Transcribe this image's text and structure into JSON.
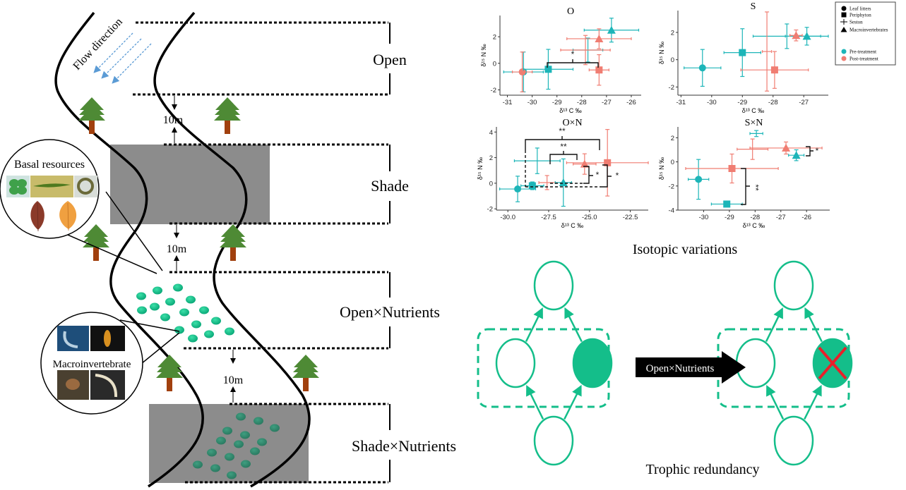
{
  "colors": {
    "pre": "#1DB5B8",
    "post": "#F07D72",
    "network": "#14BE8A",
    "shade": "#8C8C8C",
    "tree_green": "#4E8A35",
    "tree_trunk": "#A1400E",
    "flow_arrow": "#5B9BD5",
    "cross": "#E8202A"
  },
  "experiment": {
    "flow_label": "Flow direction",
    "distance_label": "10m",
    "reaches": [
      {
        "label": "Open"
      },
      {
        "label": "Shade"
      },
      {
        "label": "Open×Nutrients"
      },
      {
        "label": "Shade×Nutrients"
      }
    ],
    "basal_callout_title": "Basal resources",
    "macro_callout_title": "Macroinvertebrate"
  },
  "section_titles": {
    "isotopic": "Isotopic variations",
    "trophic": "Trophic redundancy"
  },
  "legend": {
    "shapes": [
      {
        "shape": "circle",
        "label": "Leaf litters"
      },
      {
        "shape": "square",
        "label": "Periphyton"
      },
      {
        "shape": "cross",
        "label": "Seston"
      },
      {
        "shape": "triangle",
        "label": "Macroinvertebrates"
      }
    ],
    "treatments": [
      {
        "key": "pre",
        "label": "Pre-treatment"
      },
      {
        "key": "post",
        "label": "Post-treatment"
      }
    ]
  },
  "network": {
    "arrow_label": "Open×Nutrients",
    "left_state": "intact",
    "right_state": "lost"
  },
  "chart_data": [
    {
      "type": "scatter",
      "title": "O",
      "xlabel": "δ¹³ C ‰",
      "ylabel": "δ¹⁵ N ‰",
      "xlim": [
        -31.3,
        -25.6
      ],
      "ylim": [
        -2.4,
        3.6
      ],
      "xticks": [
        -31,
        -30,
        -29,
        -28,
        -27,
        -26
      ],
      "yticks": [
        -2,
        0,
        2
      ],
      "points": [
        {
          "group": "Leaf litters",
          "treatment": "pre",
          "x": -30.35,
          "y": -0.65,
          "xerr": 0.8,
          "yerr": 1.5
        },
        {
          "group": "Leaf litters",
          "treatment": "post",
          "x": -30.4,
          "y": -0.65,
          "xerr": 0.4,
          "yerr": 1.5
        },
        {
          "group": "Periphyton",
          "treatment": "pre",
          "x": -29.35,
          "y": -0.45,
          "xerr": 1.0,
          "yerr": 1.5
        },
        {
          "group": "Periphyton",
          "treatment": "post",
          "x": -27.3,
          "y": -0.5,
          "xerr": 0.4,
          "yerr": 1.15
        },
        {
          "group": "Seston",
          "treatment": "pre",
          "x": -27.75,
          "y": 1.0,
          "xerr": 0.6,
          "yerr": 0.9
        },
        {
          "group": "Seston",
          "treatment": "post",
          "x": -27.85,
          "y": 1.0,
          "xerr": 1.0,
          "yerr": 1.1
        },
        {
          "group": "Macroinvertebrates",
          "treatment": "pre",
          "x": -26.8,
          "y": 2.5,
          "xerr": 1.1,
          "yerr": 0.9
        },
        {
          "group": "Macroinvertebrates",
          "treatment": "post",
          "x": -27.3,
          "y": 1.85,
          "xerr": 1.3,
          "yerr": 0.75
        }
      ],
      "annotations": [
        {
          "label": "*",
          "from": "Periphyton pre",
          "to": "Periphyton post"
        }
      ]
    },
    {
      "type": "scatter",
      "title": "S",
      "xlabel": "δ¹³ C ‰",
      "ylabel": "δ¹⁵ N ‰",
      "xlim": [
        -31.1,
        -26.2
      ],
      "ylim": [
        -2.6,
        3.6
      ],
      "xticks": [
        -31,
        -30,
        -29,
        -28,
        -27
      ],
      "yticks": [
        -2,
        0,
        2
      ],
      "points": [
        {
          "group": "Leaf litters",
          "treatment": "pre",
          "x": -30.3,
          "y": -0.6,
          "xerr": 0.6,
          "yerr": 1.35
        },
        {
          "group": "Periphyton",
          "treatment": "pre",
          "x": -29.0,
          "y": 0.52,
          "xerr": 0.6,
          "yerr": 1.75
        },
        {
          "group": "Periphyton",
          "treatment": "post",
          "x": -27.95,
          "y": -0.75,
          "xerr": 1.1,
          "yerr": 1.35
        },
        {
          "group": "Seston",
          "treatment": "pre",
          "x": -27.55,
          "y": 1.72,
          "xerr": 1.1,
          "yerr": 0.9
        },
        {
          "group": "Seston",
          "treatment": "post",
          "x": -28.2,
          "y": 0.6,
          "xerr": 0.15,
          "yerr": 2.9
        },
        {
          "group": "Macroinvertebrates",
          "treatment": "pre",
          "x": -26.9,
          "y": 1.72,
          "xerr": 0.7,
          "yerr": 0.65
        },
        {
          "group": "Macroinvertebrates",
          "treatment": "post",
          "x": -27.25,
          "y": 1.78,
          "xerr": 0.2,
          "yerr": 0.4
        }
      ],
      "annotations": []
    },
    {
      "type": "scatter",
      "title": "O×N",
      "xlabel": "δ¹³ C ‰",
      "ylabel": "δ¹⁵ N ‰",
      "xlim": [
        -30.7,
        -21.4
      ],
      "ylim": [
        -2.1,
        4.4
      ],
      "xticks": [
        -30.0,
        -27.5,
        -25.0,
        -22.5
      ],
      "tick_labels_x": [
        "-30.0",
        "-27.5",
        "-25.0",
        "-22.5"
      ],
      "yticks": [
        -2,
        0,
        2,
        4
      ],
      "points": [
        {
          "group": "Leaf litters",
          "treatment": "pre",
          "x": -29.4,
          "y": -0.45,
          "xerr": 1.1,
          "yerr": 1.0
        },
        {
          "group": "Periphyton",
          "treatment": "pre",
          "x": -28.5,
          "y": -0.2,
          "xerr": 0.7,
          "yerr": 0.3
        },
        {
          "group": "Periphyton",
          "treatment": "post",
          "x": -23.9,
          "y": 1.6,
          "xerr": 2.5,
          "yerr": 2.6
        },
        {
          "group": "Seston",
          "treatment": "pre",
          "x": -28.2,
          "y": 1.75,
          "xerr": 1.4,
          "yerr": 1.0
        },
        {
          "group": "Seston",
          "treatment": "post",
          "x": -27.6,
          "y": 0.05,
          "xerr": 0.5,
          "yerr": 0.55
        },
        {
          "group": "Macroinvertebrates",
          "treatment": "pre",
          "x": -26.6,
          "y": 0.05,
          "xerr": 0.5,
          "yerr": 1.85
        },
        {
          "group": "Macroinvertebrates",
          "treatment": "post",
          "x": -25.3,
          "y": 1.5,
          "xerr": 0.7,
          "yerr": 0.8
        }
      ],
      "annotations": [
        {
          "label": "**",
          "from": "Periphyton pre",
          "to": "Periphyton post"
        },
        {
          "label": "**",
          "from": "Macroinvertebrates pre",
          "to": "Macroinvertebrates post"
        },
        {
          "label": "*",
          "from": "Macroinvertebrates post",
          "to": "Macroinvertebrates pre"
        },
        {
          "label": "*",
          "from": "Periphyton post",
          "to": "Periphyton pre"
        }
      ]
    },
    {
      "type": "scatter",
      "title": "S×N",
      "xlabel": "δ¹³ C ‰",
      "ylabel": "δ¹⁵ N ‰",
      "xlim": [
        -31.0,
        -25.1
      ],
      "ylim": [
        -4.0,
        2.9
      ],
      "xticks": [
        -30,
        -29,
        -28,
        -27,
        -26
      ],
      "yticks": [
        -4,
        -2,
        0,
        2
      ],
      "points": [
        {
          "group": "Leaf litters",
          "treatment": "pre",
          "x": -30.2,
          "y": -1.45,
          "xerr": 0.4,
          "yerr": 1.65
        },
        {
          "group": "Periphyton",
          "treatment": "pre",
          "x": -29.1,
          "y": -3.5,
          "xerr": 0.6,
          "yerr": 0.1
        },
        {
          "group": "Periphyton",
          "treatment": "post",
          "x": -28.9,
          "y": -0.55,
          "xerr": 1.8,
          "yerr": 1.2
        },
        {
          "group": "Seston",
          "treatment": "pre",
          "x": -27.95,
          "y": 2.35,
          "xerr": 0.25,
          "yerr": 0.25
        },
        {
          "group": "Seston",
          "treatment": "post",
          "x": -28.1,
          "y": 1.05,
          "xerr": 0.6,
          "yerr": 0.85
        },
        {
          "group": "Macroinvertebrates",
          "treatment": "pre",
          "x": -26.4,
          "y": 0.55,
          "xerr": 0.3,
          "yerr": 0.45
        },
        {
          "group": "Macroinvertebrates",
          "treatment": "post",
          "x": -26.8,
          "y": 1.15,
          "xerr": 1.4,
          "yerr": 0.5
        }
      ],
      "annotations": [
        {
          "label": "*",
          "from": "Macroinvertebrates post",
          "to": "Macroinvertebrates pre"
        },
        {
          "label": "**",
          "from": "Periphyton post",
          "to": "Periphyton pre"
        }
      ]
    }
  ]
}
